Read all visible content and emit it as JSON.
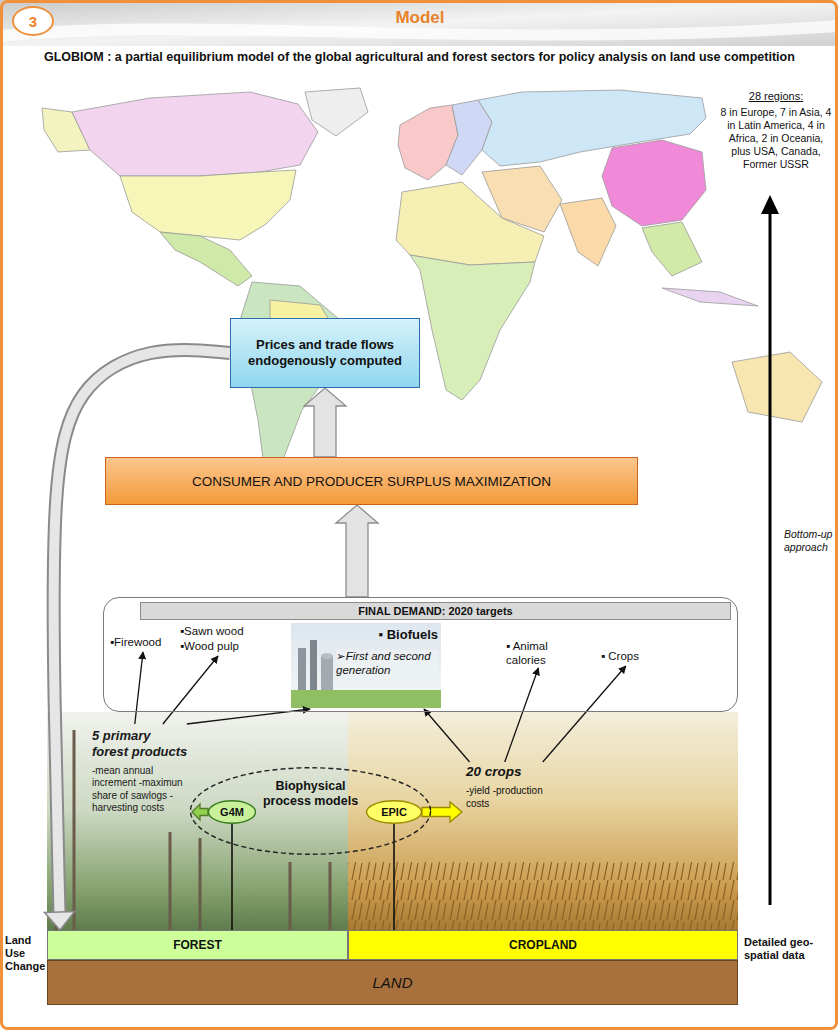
{
  "diagram": {
    "title": "Model",
    "nodes": [
      {
        "text": [
          "3"
        ]
      },
      {
        "text": [
          "Prices and trade flows endogenously computed"
        ]
      },
      {
        "text": [
          "CONSUMER AND PRODUCER SURPLUS MAXIMIZATION"
        ]
      },
      {
        "text": [
          "FINAL DEMAND: 2020 targets"
        ]
      },
      {
        "text": [
          "▪Firewood"
        ],
        "in": 3
      },
      {
        "text": [
          "▪Sawn wood",
          "▪Wood pulp"
        ],
        "in": 3
      },
      {
        "text": [
          "▪ Biofuels",
          "➢First and second generation"
        ],
        "in": 3
      },
      {
        "text": [
          "▪ Animal calories"
        ],
        "in": 3
      },
      {
        "text": [
          "▪ Crops"
        ],
        "in": 3
      },
      {
        "text": [
          "5 primary forest products",
          "-mean annual increment -maximun share of sawlogs -harvesting costs"
        ]
      },
      {
        "text": [
          "Biophysical process models"
        ]
      },
      {
        "text": [
          "G4M"
        ]
      },
      {
        "text": [
          "EPIC"
        ]
      },
      {
        "text": [
          "20 crops",
          "-yield -production costs"
        ]
      },
      {
        "text": [
          "FOREST"
        ]
      },
      {
        "text": [
          "CROPLAND"
        ]
      },
      {
        "text": [
          "LAND"
        ]
      }
    ],
    "edges": [
      {
        "from": 2,
        "to": 1,
        "arrow": "to"
      },
      {
        "from": 3,
        "to": 2,
        "arrow": "to"
      },
      {
        "from": 9,
        "to": 4,
        "arrow": "to"
      },
      {
        "from": 9,
        "to": 5,
        "arrow": "to"
      },
      {
        "from": 9,
        "to": 6,
        "arrow": "to"
      },
      {
        "from": 13,
        "to": 6,
        "arrow": "to"
      },
      {
        "from": 13,
        "to": 7,
        "arrow": "to"
      },
      {
        "from": 13,
        "to": 8,
        "arrow": "to"
      },
      {
        "from": 11,
        "to": 9,
        "arrow": "to"
      },
      {
        "from": 12,
        "to": 13,
        "arrow": "to"
      },
      {
        "from": 11,
        "to": 14,
        "arrow": "none"
      },
      {
        "from": 12,
        "to": 15,
        "arrow": "none"
      },
      {
        "from": 1,
        "to": 14,
        "arrow": "to"
      }
    ],
    "labels": [
      "GLOBIOM : a partial equilibrium model of the global agricultural and forest sectors for policy analysis on land use competition",
      "28 regions:",
      "8 in Europe, 7 in Asia, 4 in Latin America, 4 in Africa, 2 in Oceania, plus USA, Canada, Former USSR",
      "Bottom-up approach",
      "Land Use Change",
      "Detailed geo- spatial data"
    ]
  }
}
